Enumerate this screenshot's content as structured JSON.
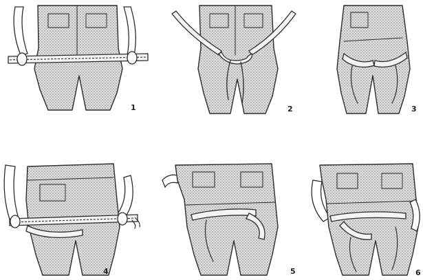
{
  "panels": [
    {
      "number": "1"
    },
    {
      "number": "2"
    },
    {
      "number": "3"
    },
    {
      "number": "4"
    },
    {
      "number": "5"
    },
    {
      "number": "6"
    }
  ]
}
